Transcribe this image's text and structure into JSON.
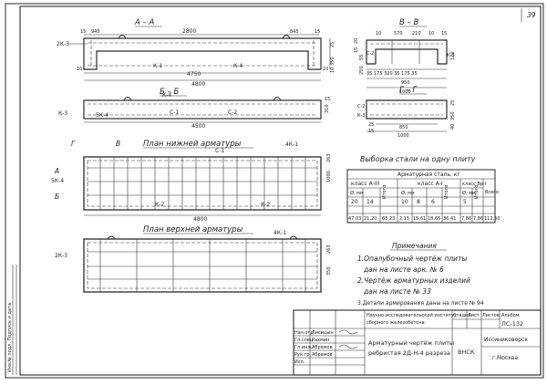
{
  "sheet_number": "39",
  "sections": {
    "aa": "А – А",
    "bb": "Б – Б",
    "vv": "В – В",
    "gg": "Г – Г"
  },
  "dimensions": {
    "aa_top": "2800",
    "aa_left_mid": "945",
    "aa_right_mid": "845",
    "aa_15a": "15",
    "aa_15b": "15",
    "aa_inner": "4750",
    "aa_overall": "4800",
    "aa_end_left": "10",
    "aa_end_right": "10",
    "aa_r1": "25",
    "aa_r2": "350",
    "aa_r3": "10",
    "bb_inner": "4500",
    "bb_h1": "310",
    "bb_h2": "15",
    "plan_len": "4800",
    "plan_w": "1000",
    "plan_side": "263",
    "plan_right": "1000",
    "plan2_350": "350",
    "plan2_263": "263",
    "vv_top": "570",
    "vv_10a": "10",
    "vv_210": "210",
    "vv_10b": "10",
    "vv_15": "15",
    "vv_row": "35 175  320 35  175 35",
    "vv_950": "950",
    "vv_1000": "1000",
    "vv_side1": "20",
    "vv_side2": "15",
    "vv_side3": "55",
    "vv_side4": "250",
    "vv_right": "120",
    "gg_850": "850",
    "gg_1000": "1000",
    "gg_25": "25",
    "gg_15": "15",
    "gg_r1": "25",
    "gg_r2": "350",
    "gg_r3": "40"
  },
  "labels": {
    "k3_aa": "2К-3",
    "k1_aa": "К-1",
    "k4_aa": "К-4",
    "c1_bb": "С-1",
    "c2_bb": "С-2",
    "k3_bb": "К-3",
    "k4_bb": "К-4",
    "k5_bb": "5К-4",
    "g_mark": "Г",
    "a_mark": "А",
    "b_mark": "Б",
    "v_mark": "В",
    "plan_lower": "План нижней арматуры",
    "plan_upper": "План верхней арматуры",
    "plan_k1": "4К-1",
    "plan_k1b": "4К-1",
    "plan_k2": "К-2",
    "plan_k2b": "К-2",
    "plan_c1": "С-1",
    "plan_k3": "2К-3",
    "plan_k4": "5К-4",
    "vv_c2": "С-2",
    "vv_k3": "К-3",
    "gg_c2": "С-2",
    "gg_k3": "К-3"
  },
  "steel": {
    "title": "Выборка стали на одну плиту",
    "sub": "Арматурная сталь, кг",
    "class_a3": "класс А-III",
    "class_a1": "класс А-I",
    "class_vr1": "класс Вр-I",
    "diam_a3": "Ø, мм",
    "diam_a1": "Ø, мм",
    "diam_vr1": "Ø, мм",
    "total": "Всего",
    "sum1": "Итого",
    "sum2": "Итого",
    "sum3": "Итого",
    "d_a3_1": "20",
    "d_a3_2": "14",
    "d_a1_1": "10",
    "d_a1_2": "8",
    "d_a1_3": "6",
    "d_vr1": "5",
    "v_a3_1": "47,03",
    "v_a3_2": "21,20",
    "v_a3_sum": "68,23",
    "v_a1_1": "2,15",
    "v_a1_2": "15,61",
    "v_a1_3": "18,65",
    "v_a1_sum": "36,41",
    "v_vr1_1": "7,86",
    "v_vr1_sum": "7,86",
    "v_total": "112,50"
  },
  "notes": {
    "heading": "Примечания",
    "n1a": "1.Опалубочный чертёж плиты",
    "n1b": "дан на листе арк. № 6",
    "n2a": "2.Чертёж арматурных изделий",
    "n2b": "дан на листе № 33",
    "n3": "3.Детали армирования даны на листе № 94"
  },
  "title_block": {
    "org1": "Научно-исследовательский институт",
    "org2": "сборного железобетона",
    "proj": "Арматурный чертёж плиты",
    "proj2": "ребристая 2Д-Н-4 разреза",
    "stage_h": "Стадия",
    "sheet_h": "Лист",
    "sheets_h": "Листов",
    "album": "Альбом",
    "code": "ЛС-132",
    "org": "ВНСК",
    "city1": "Иссиниковорск",
    "city2": "г.Москва",
    "p1": "Нач.отд.",
    "p2": "Гл.спец.",
    "p3": "Гл.инж.",
    "p4": "Рук.гр.",
    "p5": "Исп.",
    "n1": "Лисицын",
    "n2": "Рахмин",
    "n3": "Абрамов",
    "n4": "Абрамов"
  },
  "side_stamp": "Инв.№ подл.  Подпись и дата"
}
